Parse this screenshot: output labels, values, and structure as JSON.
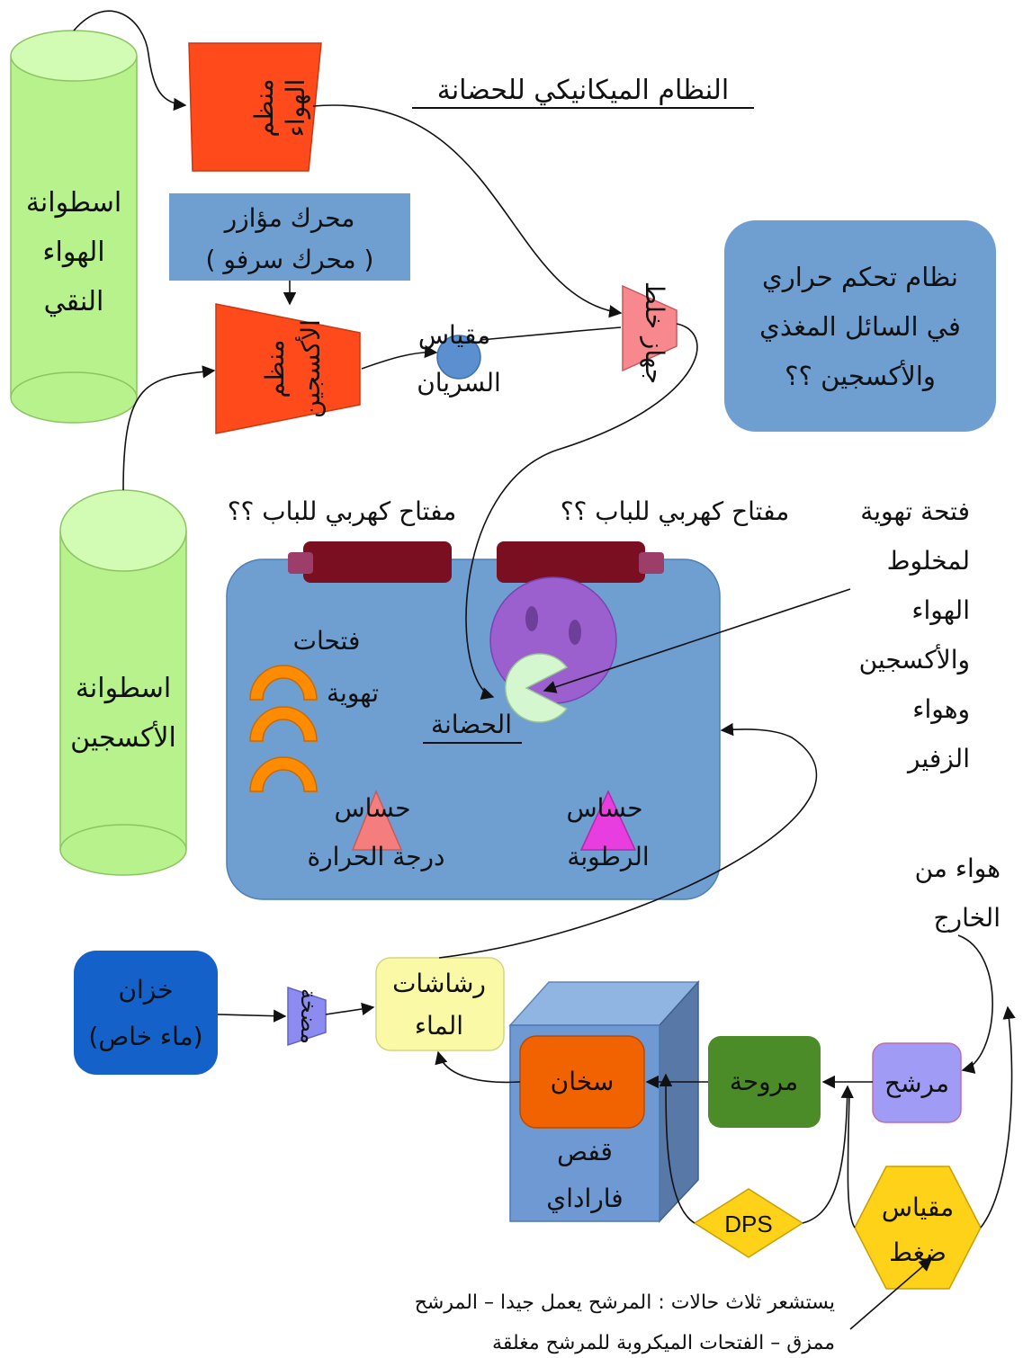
{
  "title": "النظام الميكانيكي للحضانة",
  "cylinders": {
    "pure_air": [
      "اسطوانة",
      "الهواء",
      "النقي"
    ],
    "oxygen": [
      "اسطوانة",
      "الأكسجين"
    ]
  },
  "regulators": {
    "air": [
      "منظم",
      "الهواء"
    ],
    "oxygen": [
      "منظم",
      "الأكسجين"
    ]
  },
  "servo_motor": [
    "محرك مؤازر",
    "( محرك سرفو )"
  ],
  "flow_meter": [
    "مقياس",
    "السريان"
  ],
  "mixer": "جهاز خلط",
  "thermal_control": [
    "نظام تحكم حراري",
    "في السائل المغذي",
    "والأكسجين ؟؟"
  ],
  "door_switch_left": "مفتاح كهربي للباب ؟؟",
  "door_switch_right": "مفتاح كهربي للباب ؟؟",
  "vent_note": [
    "فتحة تهوية",
    "لمخلوط",
    "الهواء",
    "والأكسجين",
    "وهواء",
    "الزفير"
  ],
  "incubator": {
    "label": "الحضانة",
    "vents": [
      "فتحات",
      "تهوية"
    ],
    "temp_sensor": [
      "حساس",
      "درجة الحرارة"
    ],
    "humidity_sensor": [
      "حساس",
      "الرطوبة"
    ]
  },
  "outside_air": [
    "هواء من",
    "الخارج"
  ],
  "tank": [
    "خزان",
    "(ماء خاص)"
  ],
  "pump": "مضخة",
  "sprinklers": [
    "رشاشات",
    "الماء"
  ],
  "heater": "سخان",
  "faraday_cage": [
    "قفص",
    "فاراداي"
  ],
  "fan": "مروحة",
  "filter": "مرشح",
  "dps": "DPS",
  "pressure_gauge": [
    "مقياس",
    "ضغط"
  ],
  "bottom_note": [
    "يستشعر ثلاث حالات : المرشح يعمل جيدا – المرشح",
    "ممزق – الفتحات الميكروبة للمرشح مغلقة"
  ],
  "colors": {
    "cylinder": "#b7f28c",
    "regulator": "#ff4a1c",
    "blue_box": "#6f9fd1",
    "incubator": "#6f9fd1",
    "door_bar": "#7a0f22",
    "face": "#9b5fce",
    "pacman": "#d4f7cf",
    "vent": "#ff8c00",
    "temp_sensor": "#f47d7d",
    "humidity_sensor": "#e83ee0",
    "tank": "#1461c9",
    "pump": "#8b8bf0",
    "sprinklers": "#fafaa6",
    "cage": "#6e99d3",
    "heater": "#f06300",
    "fan": "#4b8c29",
    "filter": "#a09cf5",
    "dps": "#ffd21a",
    "pressure_gauge": "#ffd21a",
    "mixer": "#f7898e"
  }
}
